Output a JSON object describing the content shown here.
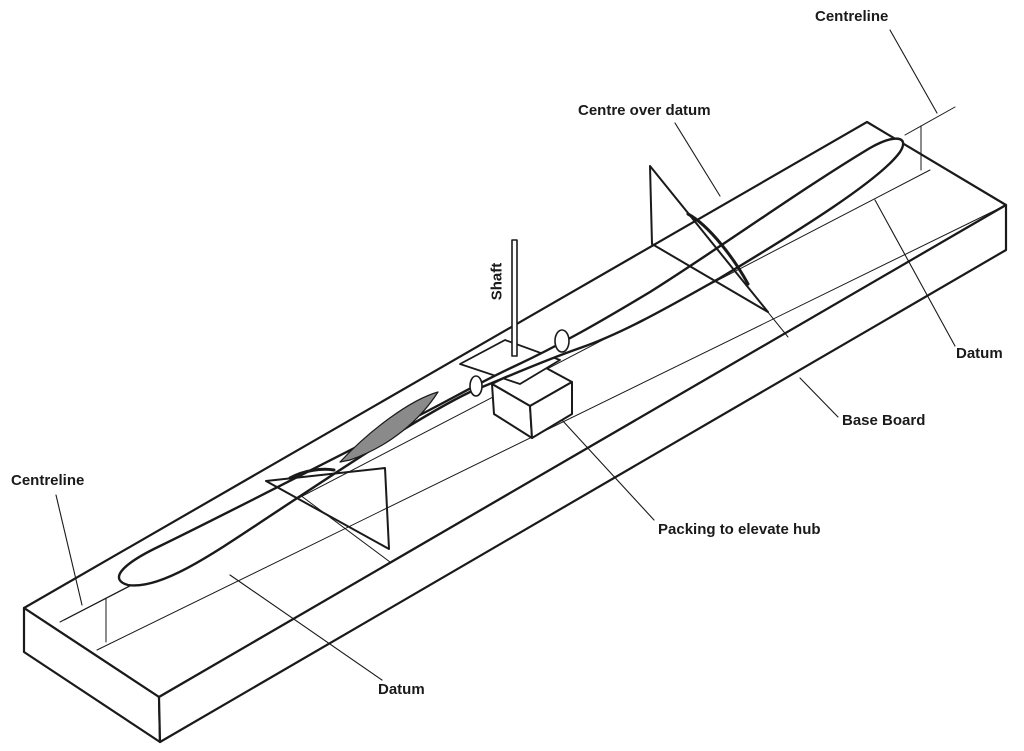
{
  "labels": {
    "centreline_top": "Centreline",
    "centre_over_datum": "Centre over datum",
    "datum_right": "Datum",
    "base_board": "Base Board",
    "packing": "Packing to elevate hub",
    "centreline_left": "Centreline",
    "datum_bottom": "Datum",
    "shaft": "Shaft"
  },
  "colors": {
    "ink": "#1a1a1a",
    "blade_shade": "#8a8a8a",
    "background": "#ffffff"
  }
}
